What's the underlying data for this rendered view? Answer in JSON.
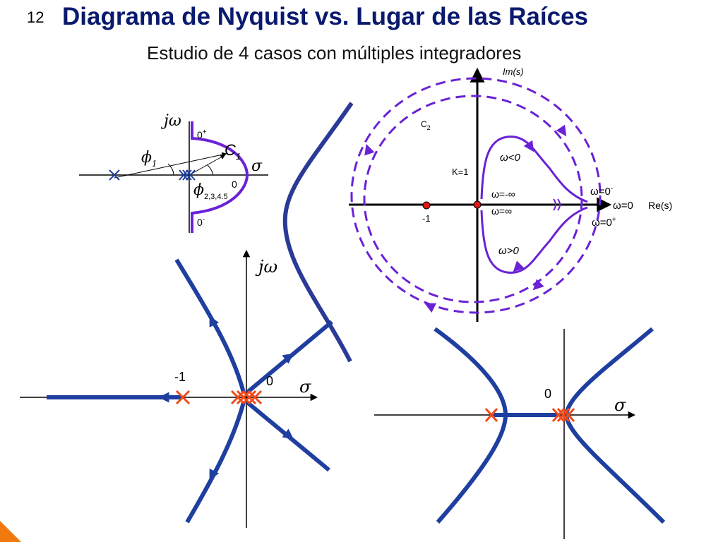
{
  "slide_number": "12",
  "title": "Diagrama de Nyquist vs. Lugar de las Raíces",
  "subtitle": "Estudio de 4 casos con múltiples integradores",
  "colors": {
    "root_locus": "#1f3fa0",
    "nyquist": "#6a22d6",
    "contour": "#6a22d6",
    "poles": "#f04a1a",
    "marker_dot": "#e01818",
    "axis": "#000000",
    "corner_accent": "#f07a10"
  },
  "contour_diagram": {
    "j_omega": "jω",
    "sigma": "σ",
    "contour": "C",
    "contour_sub": "1",
    "phi1": "ϕ",
    "phi1_sub": "1",
    "phi2": "ϕ",
    "phi2_sub": "2,3,4.5",
    "zero_plus": "0",
    "zero_plus_sup": "+",
    "zero_minus": "0",
    "zero_minus_sup": "-",
    "origin": "0"
  },
  "nyquist_diagram": {
    "im_label": "Im(s)",
    "re_label": "Re(s)",
    "c2": "C",
    "c2_sub": "2",
    "k1": "K=1",
    "w_lt0": "ω<0",
    "w_gt0": "ω>0",
    "w_minus_inf": "ω=-∞",
    "w_inf": "ω=∞",
    "w_0minus": "ω=0",
    "w_0minus_sup": "-",
    "w_0": "ω=0",
    "w_0plus": "ω=0",
    "w_0plus_sup": "+",
    "minus_one": "-1"
  },
  "root_locus_left": {
    "j_omega": "jω",
    "sigma": "σ",
    "minus_one": "-1",
    "origin": "0"
  },
  "root_locus_right": {
    "sigma": "σ",
    "origin": "0"
  }
}
